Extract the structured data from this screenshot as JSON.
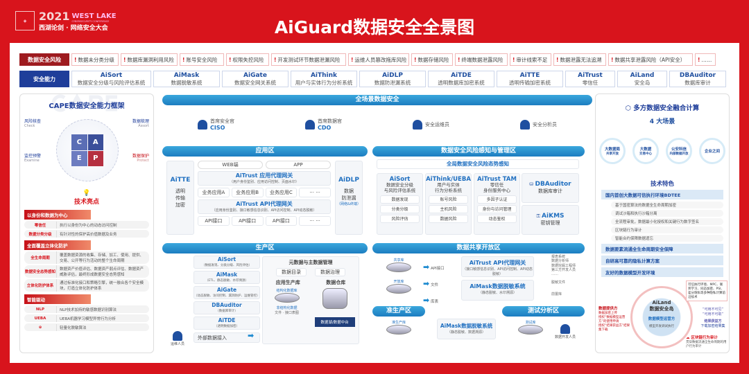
{
  "header": {
    "year": "2021",
    "brand": "WEST LAKE",
    "conference": "CYBERSECURITY CONFERENCE",
    "cn_name": "西湖论剑 · 网络安全大会",
    "seal": "西湖论剑",
    "title": "AiGuard数据安全全景图"
  },
  "risks": {
    "label": "数据安全风险",
    "items": [
      "数据未分类分级",
      "数据库漏洞利用风险",
      "账号安全风险",
      "权限失控风险",
      "开发测试环节数据泄漏风险",
      "运维人员篡改拖库风险",
      "数据存储风险",
      "终端数据泄露风险",
      "审计线索不足",
      "数据泄露无法追溯",
      "数据共享泄露风险（API安全）",
      "……"
    ]
  },
  "capabilities": {
    "label": "安全能力",
    "items": [
      {
        "name": "AiSort",
        "desc": "数据安全分级与风险评估系统"
      },
      {
        "name": "AiMask",
        "desc": "数据脱敏系统"
      },
      {
        "name": "AiGate",
        "desc": "数据安全网关系统"
      },
      {
        "name": "AiThink",
        "desc": "用户与实体行为分析系统"
      },
      {
        "name": "AiDLP",
        "desc": "数据防泄漏系统"
      },
      {
        "name": "AiTDE",
        "desc": "透明数据库加密系统"
      },
      {
        "name": "AiTTE",
        "desc": "透明传输加密系统"
      },
      {
        "name": "AiTrust",
        "desc": "零信任"
      },
      {
        "name": "AiLand",
        "desc": "安全岛"
      },
      {
        "name": "DBAuditor",
        "desc": "数据库审计"
      }
    ]
  },
  "left": {
    "title": "CAPE数据安全能力框架",
    "watermark": "CAPE",
    "quadrants": [
      {
        "cn": "风险核查",
        "en": "Check"
      },
      {
        "cn": "数据梳理",
        "en": "Assort"
      },
      {
        "cn": "监控预警",
        "en": "Examine"
      },
      {
        "cn": "数据保护",
        "en": "Protect"
      }
    ],
    "letters": [
      "C",
      "A",
      "E",
      "P"
    ],
    "highlights_title": "技术亮点",
    "groups": [
      {
        "title": "以身份和数据为中心",
        "rows": [
          {
            "k": "零信任",
            "v": "执行以身份为中心的动态访问控制"
          },
          {
            "k": "数据分类分级",
            "v": "有针对性的保护高价值数据及业务"
          }
        ]
      },
      {
        "title": "全面覆盖立体化防护",
        "rows": [
          {
            "k": "全生命周期",
            "v": "覆盖数据资源的收集、存储、加工、使用、提供、交易、公开等行为活动的整个生命周期"
          },
          {
            "k": "数据安全态势感知",
            "v": "数据资产价值评估、数据资产弱点评估、数据资产威胁评估，最终形成数据安全态势感知"
          },
          {
            "k": "立体化防护体系",
            "v": "通过标准化接口和策略引擎，统一融合各个安全模块，打造立体化防护体系"
          }
        ]
      },
      {
        "title": "智能驱动",
        "rows": [
          {
            "k": "NLP",
            "v": "NLP技术加持的敏感数据识别算法"
          },
          {
            "k": "UEBA",
            "v": "UEBA机器学习模型异常行为分析"
          },
          {
            "k": "⊕",
            "v": "轻量化脱敏算法"
          }
        ]
      }
    ]
  },
  "center": {
    "top_bar": "全场景数据安全",
    "roles": [
      {
        "title": "首席安全官",
        "abbr": "CISO"
      },
      {
        "title": "首席数据官",
        "abbr": "CDO"
      },
      {
        "title": "安全运维员",
        "abbr": ""
      },
      {
        "title": "安全分析员",
        "abbr": ""
      }
    ],
    "app_zone": {
      "title": "应用区",
      "aitte": {
        "name": "AiTTE",
        "desc": "透明\n传输\n加密"
      },
      "web": "WEB端",
      "app": "APP",
      "gw1": {
        "name": "AiTrust 应用代理网关",
        "desc": "（用户身份鉴别、应用访问控制、页面水印）"
      },
      "biz": [
        "业务应用A",
        "业务应用B",
        "业务应用C",
        "··· ···"
      ],
      "gw2": {
        "name": "AiTrust API代理网关",
        "desc": "（应用身份鉴别、接口敏感信息识别、API访问控制、API动态脱敏）"
      },
      "apis": [
        "API接口",
        "API接口",
        "API接口",
        "··· ···"
      ],
      "aidlp": {
        "name": "AiDLP",
        "desc": "数据\n防泄漏",
        "note": "（网络&终端）"
      }
    },
    "risk_zone": {
      "title": "数据安全风险感知与管理区",
      "sub": "全局数据安全风险态势感知",
      "cols": [
        {
          "name": "AiSort",
          "desc": "数据安全分级\n与风险评估系统",
          "items": [
            "数据发现",
            "分类分级",
            "风险评估"
          ]
        },
        {
          "name": "AiThink/UEBA",
          "desc": "用户与实体\n行为分析系统",
          "items": [
            "账号风险",
            "主机风险",
            "数据风险"
          ]
        },
        {
          "name": "AiTrust TAM",
          "desc": "零信任\n身份服务中心",
          "items": [
            "多因子认证",
            "身份与访问管理",
            "动态鉴权"
          ]
        }
      ],
      "dba": {
        "name": "DBAuditor",
        "desc": "数据库审计"
      },
      "kms": {
        "name": "AiKMS",
        "desc": "密钥管理"
      }
    },
    "prod_zone": {
      "title": "生产区",
      "tools": [
        {
          "name": "AiSort",
          "desc": "（数据发现、分类分级、风险评估）"
        },
        {
          "name": "AiMask",
          "desc": "（ETL、静态脱敏、水印溯源）"
        },
        {
          "name": "AiGate",
          "desc": "（动态脱敏、访问控制、漏洞防护、运维管控）"
        },
        {
          "name": "DBAuditor",
          "desc": "（数据库审计）"
        },
        {
          "name": "AiTDE",
          "desc": "（透明数据加密）"
        }
      ],
      "ops": "运维人员",
      "ext": "外部数据接入",
      "meta": "元数据与主数据管理",
      "catalog": "数据目录",
      "gov": "数据治理",
      "appdb": "应用生产库",
      "struct": "结构化数据库",
      "unstruct": "非结构化数据",
      "file": "文件",
      "image": "接口表图",
      "dw": "数据仓库",
      "lake": "数据湖/数据中台"
    },
    "share_zone": {
      "title": "数据共享开放区",
      "dbs": [
        "共享库",
        "开放库"
      ],
      "outs": [
        "API接口",
        "文件",
        "库表"
      ],
      "gw": {
        "name": "AiTrust API代理网关",
        "desc": "（接口敏感信息识别、API访问控制、API动态脱敏）"
      },
      "mask": {
        "name": "AiMask数据脱敏系统",
        "desc": "（静态脱敏、水印溯源）"
      },
      "users": "报表系统\n数据分析师\n数据挖掘工程师\n第三方开发人员\n……",
      "files": "脱敏文件",
      "lib": "前置库"
    },
    "pre_zone": {
      "title": "准生产区",
      "db": "准生产库",
      "mask": {
        "name": "AiMask数据脱敏系统",
        "desc": "（静态脱敏、数据溯源）"
      }
    },
    "test_zone": {
      "title": "测试分析区",
      "db": "测试库",
      "user": "数据开发人员"
    }
  },
  "right": {
    "title": "多方数据安全融合计算",
    "scenes_title": "4 大场景",
    "scenes": [
      {
        "a": "大数据局",
        "b": "共享开放"
      },
      {
        "a": "大数据",
        "b": "交易中心"
      },
      {
        "a": "公安科信",
        "b": "内部数据开放"
      },
      {
        "a": "企业之间",
        "b": ""
      }
    ],
    "feat_title": "技术特色",
    "feature1": "国内首创大数据可信执行环境BDTEE",
    "subs": [
      "基于国密算法的数据全生命周期加密",
      "调试沙箱和执行沙箱分离",
      "全流程审批，数据最小化授权和关键行为数字签名",
      "区块链行为审计",
      "智能合约保障数据遗忘"
    ],
    "features": [
      "数据要素流通全生命周期安全保障",
      "自研高可靠的隐私计算方案",
      "友好的数据模型开发环境"
    ],
    "island": {
      "name": "AiLand",
      "cn": "数据安全岛",
      "provider": "数据提供方",
      "modeler": "数据模型运营方",
      "user": "结果获益方",
      "model_env": "模型开发调试执行",
      "note": "可信执行环境、MPC、联邦学习、同态加密、PSI、差分隐私等多种隐私计算前沿技术",
      "slogan1": "“可用不可见”",
      "slogan2": "“可用不可取”",
      "provider_items": [
        "数据加密上传",
        "授权“数据模型运营方”的使用申请",
        "授权“结果获益方”结果集下载"
      ],
      "user_items": [
        "下载加密结果集"
      ],
      "chain": "区块链行为审计",
      "chain_desc": "贯穿数据流通全生命周期的用户行为审计"
    }
  },
  "colors": {
    "red": "#d8141c",
    "darkred": "#9e1b1f",
    "blue": "#1f3e9a",
    "sky": "#2a95d5"
  }
}
